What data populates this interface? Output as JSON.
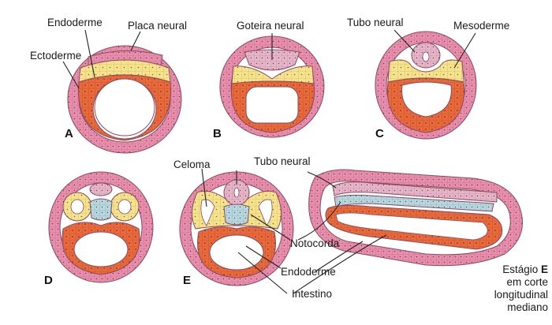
{
  "colors": {
    "ectoderm": "#e98fae",
    "endoderm": "#e8693b",
    "mesoderm": "#f4e38c",
    "notochord": "#b9d7df",
    "neural_tube": "#e6b6c8",
    "outline": "#8a4a60"
  },
  "stages": {
    "a": "A",
    "b": "B",
    "c": "C",
    "d": "D",
    "e": "E"
  },
  "labels": {
    "endoderme_a": "Endoderme",
    "placa_neural": "Placa neural",
    "ectoderme": "Ectoderme",
    "goteira_neural": "Goteira neural",
    "tubo_neural_c": "Tubo neural",
    "mesoderme": "Mesoderme",
    "celoma": "Celoma",
    "tubo_neural_e": "Tubo neural",
    "notocorda": "Notocorda",
    "endoderme_e": "Endoderme",
    "intestino": "Intestino"
  },
  "caption": {
    "line1_prefix": "Estágio ",
    "line1_letter": "E",
    "line2": "em corte longitudinal",
    "line3": "mediano"
  }
}
